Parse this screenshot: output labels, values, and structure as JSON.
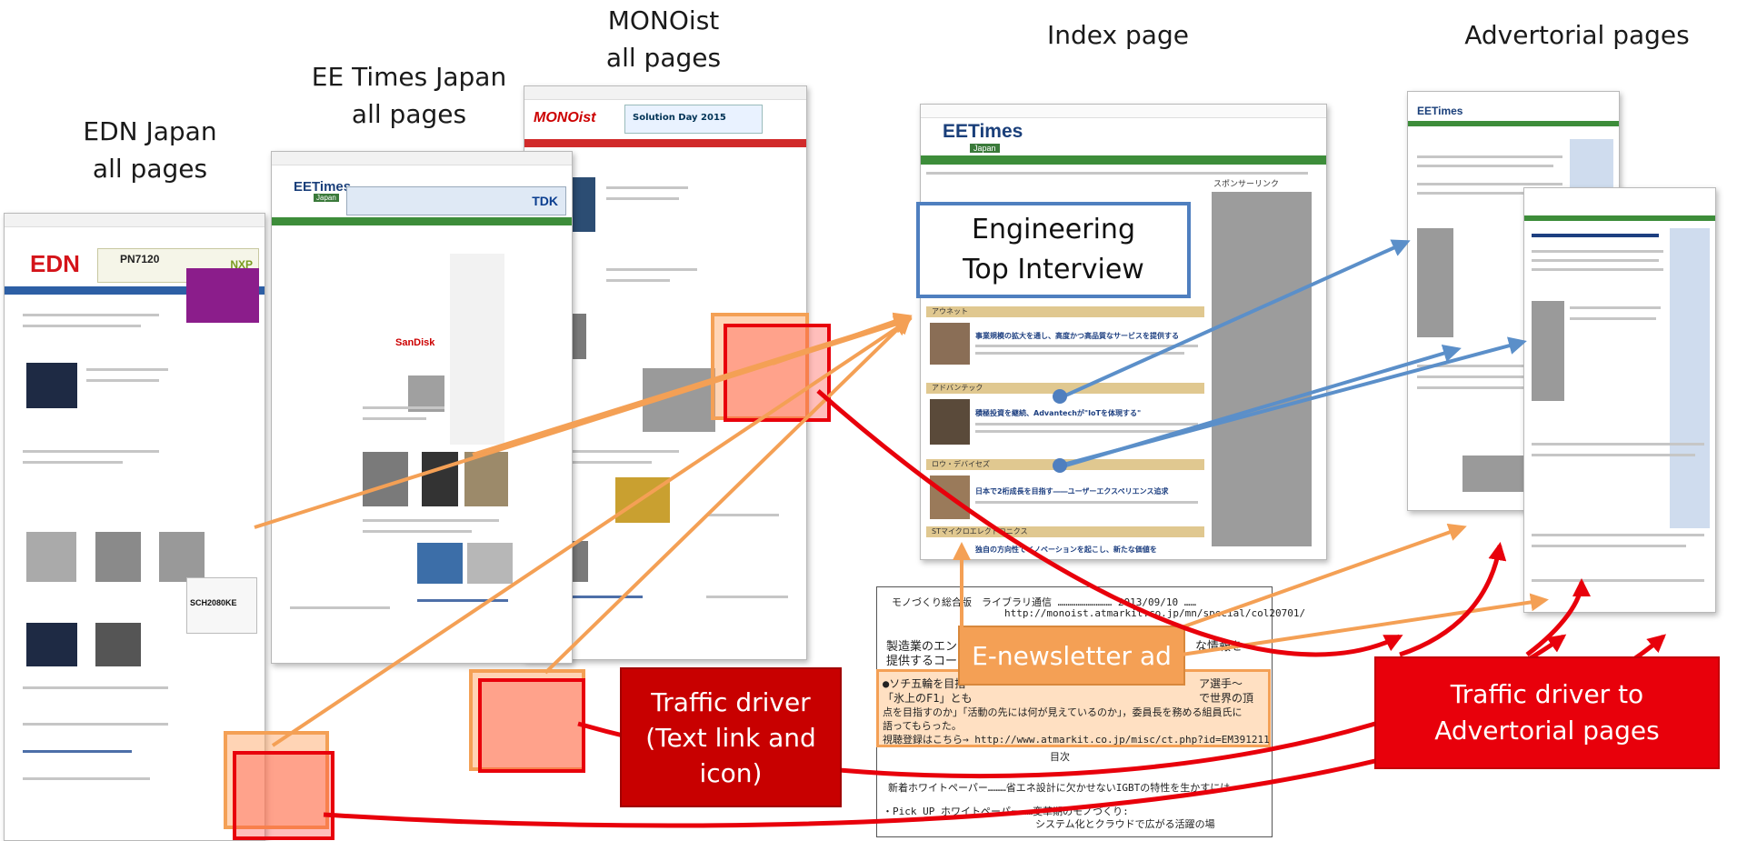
{
  "labels": {
    "edn": "EDN Japan\nall pages",
    "eetimes": "EE Times Japan\nall pages",
    "monoist": "MONOist\nall pages",
    "index": "Index page",
    "advertorial": "Advertorial pages"
  },
  "callouts": {
    "engineering": "Engineering\nTop Interview",
    "enewsletter": "E-newsletter ad",
    "traffic_text": "Traffic driver\n(Text link and\nicon)",
    "traffic_adv": "Traffic driver to\nAdvertorial pages"
  },
  "logos": {
    "edn": "EDN",
    "eetimes": "EETimes",
    "eetimes_sub": "Japan",
    "monoist": "MONOist",
    "index_eetimes": "EETimes",
    "index_sub": "Japan",
    "adv_eetimes": "EETimes"
  },
  "ads": {
    "nxp_text": "PN7120",
    "nxp_brand": "NXP",
    "tdk": "TDK",
    "sandisk": "SanDisk",
    "rohm_sic": "SCH2080KE",
    "solution_day": "Solution Day 2015"
  },
  "index_page": {
    "section1": "アウネット",
    "section2": "アドバンテック",
    "section3": "ロウ・デバイセズ",
    "section4": "STマイクロエレクトロニクス",
    "headline1": "事業規模の拡大を通し、高度かつ高品質なサービスを提供する",
    "headline2": "積極投資を継続、Advantechが\"IoTを体現する\"",
    "headline3": "日本で2桁成長を目指す――ユーザーエクスペリエンス追求",
    "headline4": "独自の方向性でイノベーションを起こし、新たな価値を",
    "sponsor": "スポンサーリンク"
  },
  "newsletter": {
    "line1": "モノづくり総合版　ライブラリ通信 ……………………… 2013/09/10 ……",
    "line2": "http://monoist.atmarkit.co.jp/mn/special/col20701/",
    "line3": "製造業のエンジニ",
    "line3b": "な情報を",
    "line4": "提供するコーナー",
    "line5": "●ソチ五輪を目指",
    "line5b": "ア選手～",
    "line6": "「氷上のF1」とも",
    "line6b": "で世界の頂",
    "line7": "点を目指すのか」「活動の先には何が見えているのか」，委員長を務める組員氏に",
    "line8": "語ってもらった。",
    "line9": "視聴登録はこちら→ http://www.atmarkit.co.jp/misc/ct.php?id=EM391211",
    "toc": "目次",
    "wp1": "新着ホワイトペーパー………省エネ設計に欠かせないIGBTの特性を生かすには",
    "wp2": "・Pick UP ホワイトペーパー……変革期のモノづくり:",
    "wp3": "システム化とクラウドで広がる活躍の場"
  },
  "colors": {
    "red": "#e8000b",
    "red_dark": "#c00000",
    "orange": "#f4a055",
    "blue": "#5b8fc9",
    "green_nav": "#3d8d3a"
  }
}
